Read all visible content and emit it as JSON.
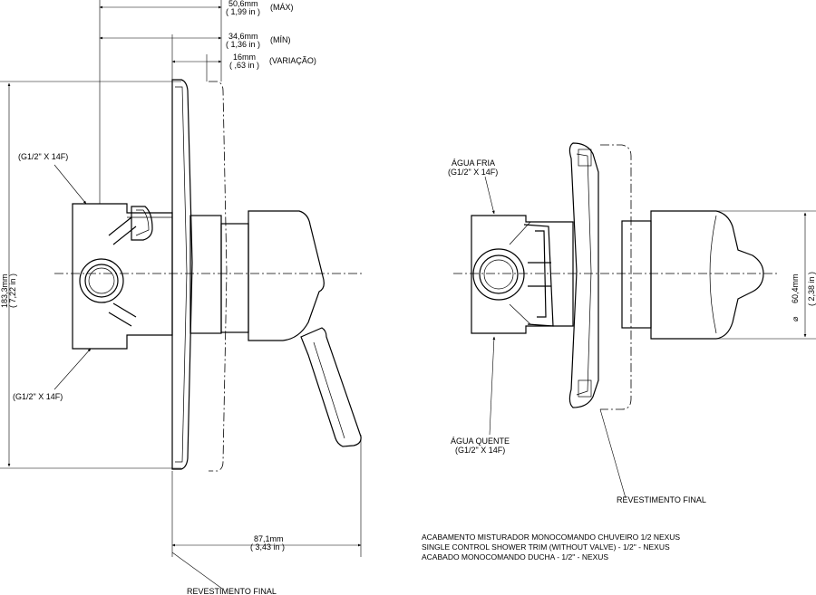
{
  "dimensions": {
    "max_mm": "50,6mm",
    "max_in": "( 1,99 in )",
    "max_tag": "(MÁX)",
    "min_mm": "34,6mm",
    "min_in": "( 1,36 in )",
    "min_tag": "(MÍN)",
    "var_mm": "16mm",
    "var_in": "( ,63 in )",
    "var_tag": "(VARIAÇÃO)",
    "height_mm": "183,3mm",
    "height_in": "( 7,22 in )",
    "depth_mm": "87,1mm",
    "depth_in": "( 3,43 in )",
    "diameter_symbol": "⌀",
    "diameter_mm": "60,4mm",
    "diameter_in": "( 2,38 in )"
  },
  "labels": {
    "thread_top_left": "(G1/2\" X 14F)",
    "thread_bottom_left": "(G1/2\" X 14F)",
    "agua_fria": "ÁGUA FRIA",
    "agua_fria_thread": "(G1/2\" X 14F)",
    "agua_quente": "ÁGUA QUENTE",
    "agua_quente_thread": "(G1/2\" X 14F)",
    "revestimento_left": "REVESTIMENTO FINAL",
    "revestimento_right": "REVESTIMENTO FINAL"
  },
  "title_block": {
    "line1": "ACABAMENTO MISTURADOR MONOCOMANDO CHUVEIRO 1/2 NEXUS",
    "line2": "SINGLE CONTROL SHOWER TRIM (WITHOUT VALVE) - 1/2\" - NEXUS",
    "line3": "ACABADO MONOCOMANDO DUCHA - 1/2\" - NEXUS"
  }
}
